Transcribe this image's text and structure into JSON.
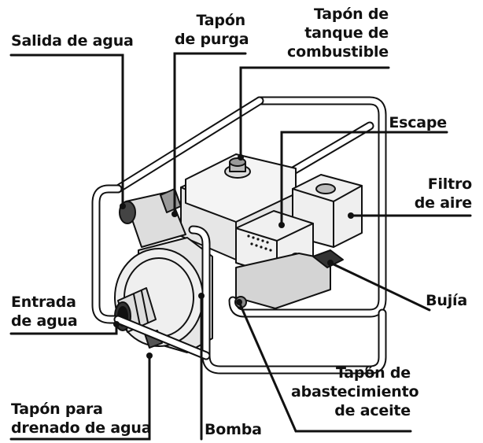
{
  "labels": {
    "salida_agua": "Salida de agua",
    "tapon_purga_1": "Tapón",
    "tapon_purga_2": "de purga",
    "tanque_1": "Tapón de",
    "tanque_2": "tanque de",
    "tanque_3": "combustible",
    "escape": "Escape",
    "filtro_1": "Filtro",
    "filtro_2": "de aire",
    "bujia": "Bujía",
    "entrada_1": "Entrada",
    "entrada_2": "de agua",
    "aceite_1": "Tapón de",
    "aceite_2": "abastecimiento",
    "aceite_3": "de aceite",
    "drenado_1": "Tapón para",
    "drenado_2": "drenado de agua",
    "bomba": "Bomba"
  },
  "colors": {
    "ink": "#111111",
    "body_fill": "#e6e6e6",
    "dark_fill": "#333333"
  }
}
